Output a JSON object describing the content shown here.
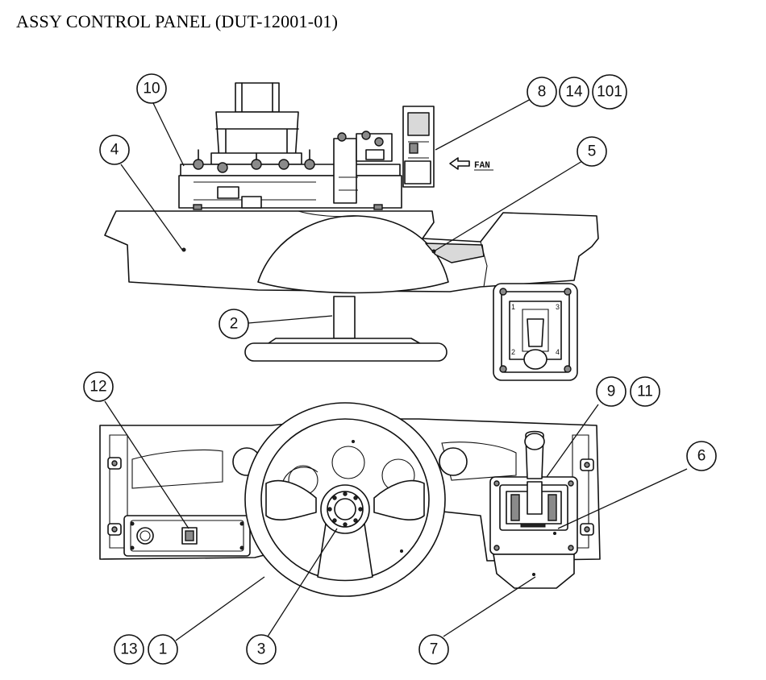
{
  "title": "ASSY CONTROL PANEL (DUT-12001-01)",
  "fan_label": "FAN",
  "shifter_gear_labels": [
    "1",
    "3",
    "2",
    "4"
  ],
  "callouts": [
    {
      "id": "c10",
      "label": "10"
    },
    {
      "id": "c4",
      "label": "4"
    },
    {
      "id": "c8",
      "label": "8"
    },
    {
      "id": "c14",
      "label": "14"
    },
    {
      "id": "c101",
      "label": "101"
    },
    {
      "id": "c5",
      "label": "5"
    },
    {
      "id": "c2",
      "label": "2"
    },
    {
      "id": "c12",
      "label": "12"
    },
    {
      "id": "c9",
      "label": "9"
    },
    {
      "id": "c11",
      "label": "11"
    },
    {
      "id": "c6",
      "label": "6"
    },
    {
      "id": "c13",
      "label": "13"
    },
    {
      "id": "c1",
      "label": "1"
    },
    {
      "id": "c3",
      "label": "3"
    },
    {
      "id": "c7",
      "label": "7"
    }
  ]
}
